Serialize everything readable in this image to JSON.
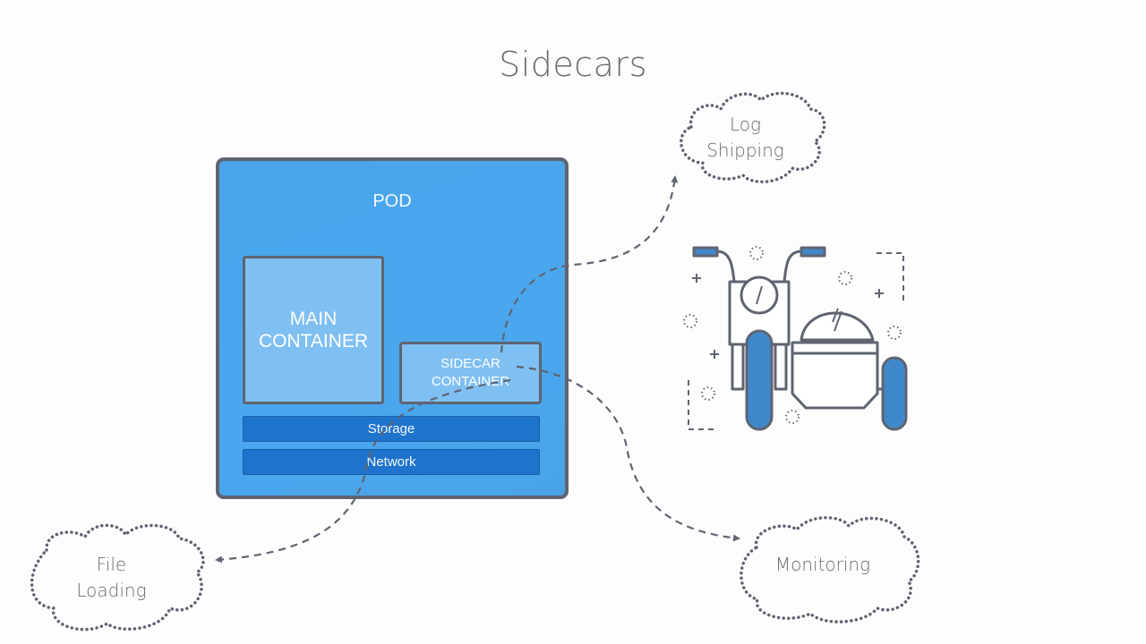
{
  "title": "Sidecars",
  "pod": {
    "label": "POD",
    "main_container": {
      "line1": "MAIN",
      "line2": "CONTAINER"
    },
    "sidecar_container": {
      "line1": "SIDECAR",
      "line2": "CONTAINER"
    },
    "storage_label": "Storage",
    "network_label": "Network"
  },
  "clouds": {
    "log_shipping": {
      "line1": "Log",
      "line2": "Shipping"
    },
    "file_loading": {
      "line1": "File",
      "line2": "Loading"
    },
    "monitoring": {
      "line1": "Monitoring"
    }
  },
  "illustration": {
    "icon": "motorcycle-with-sidecar-icon"
  },
  "colors": {
    "pod_fill": "#4aa5ea",
    "container_fill": "#80bff2",
    "bar_fill": "#1e74cc",
    "outline": "#5f6470",
    "wheel_fill": "#3f88cc",
    "text_gray": "#6b6b70"
  }
}
